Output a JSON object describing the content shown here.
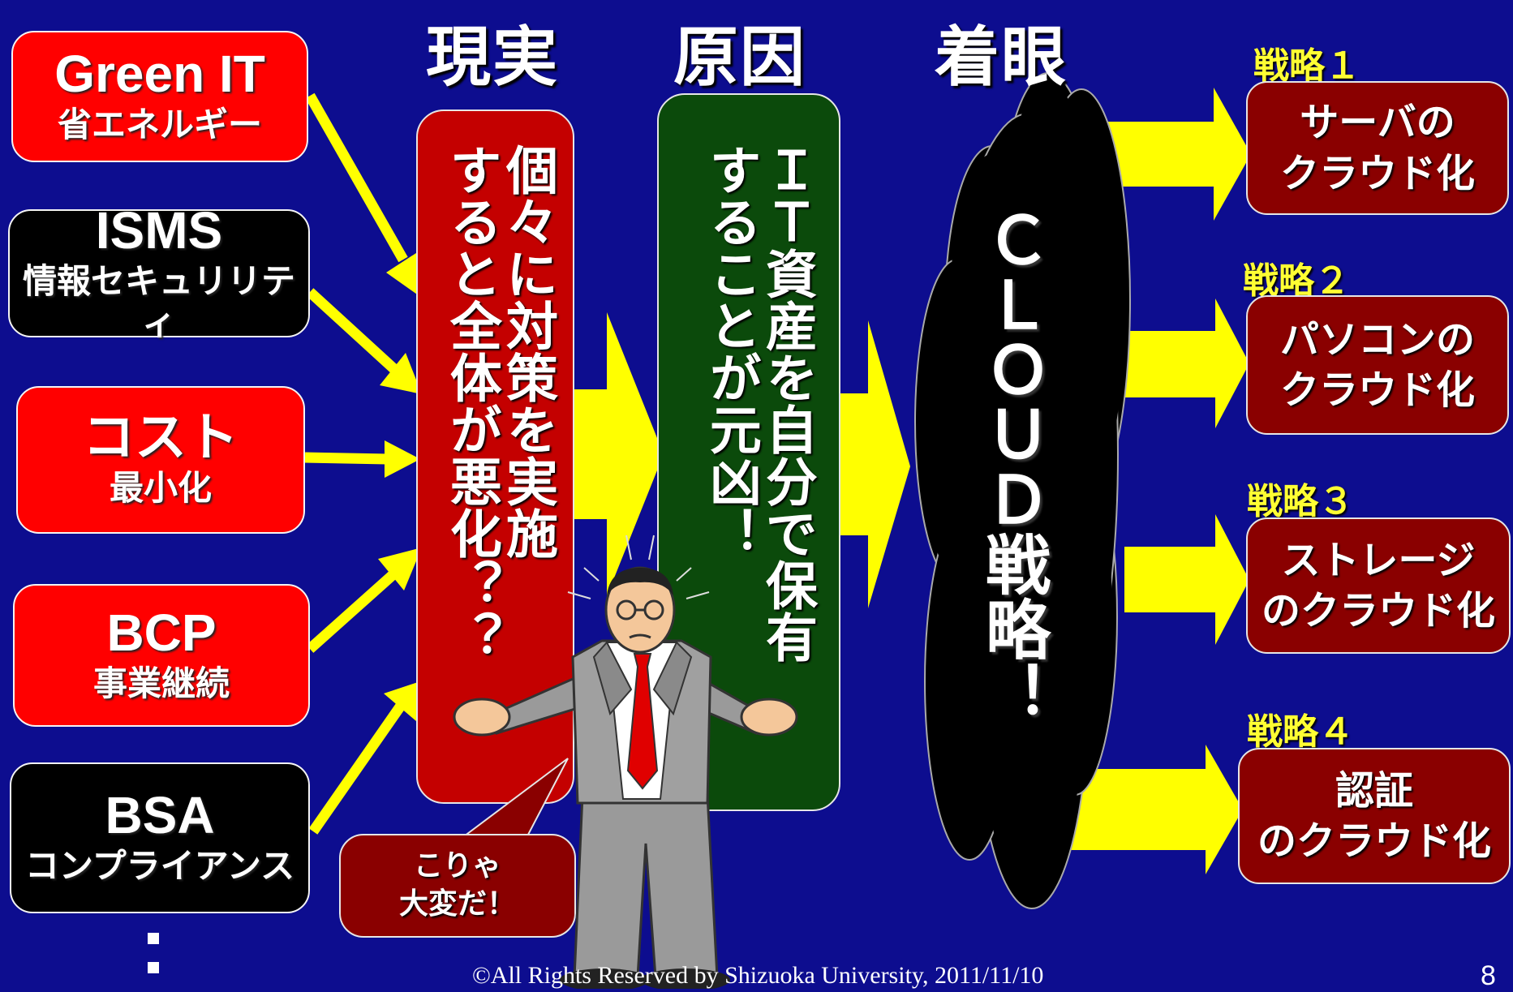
{
  "headings": {
    "reality": "現実",
    "cause": "原因",
    "focus": "着眼"
  },
  "left_boxes": [
    {
      "title": "Green IT",
      "subtitle": "省エネルギー",
      "color": "#ff0000"
    },
    {
      "title": "ISMS",
      "subtitle": "情報セキュリリティ",
      "color": "#000000"
    },
    {
      "title": "コスト",
      "subtitle": "最小化",
      "color": "#ff0000"
    },
    {
      "title": "BCP",
      "subtitle": "事業継続",
      "color": "#ff0000"
    },
    {
      "title": "BSA",
      "subtitle": "コンプライアンス",
      "color": "#000000"
    }
  ],
  "ellipsis": "：",
  "reality_box": {
    "col1": "個々に対策を実施",
    "col2": "すると全体が悪化？？"
  },
  "cause_box": {
    "col1": "ＩＴ資産を自分で保有",
    "col2": "することが元凶！"
  },
  "cloud": {
    "text": "ＣＬＯＵＤ戦略！"
  },
  "strategies": [
    {
      "label": "戦略１",
      "line1": "サーバの",
      "line2": "クラウド化"
    },
    {
      "label": "戦略２",
      "line1": "パソコンの",
      "line2": "クラウド化"
    },
    {
      "label": "戦略３",
      "line1": "ストレージ",
      "line2": "のクラウド化"
    },
    {
      "label": "戦略４",
      "line1": "認証",
      "line2": "のクラウド化"
    }
  ],
  "speech": {
    "line1": "こりゃ",
    "line2": "大変だ！"
  },
  "footer": "©All Rights Reserved by Shizuoka University,  2011/11/10",
  "page_number": "8",
  "colors": {
    "background": "#0d0d8f",
    "arrow": "#ffff00",
    "dark_red": "#8a0000",
    "green": "#0b4a0b",
    "label_yellow": "#ffff33"
  },
  "icons": [
    "presenter-figure",
    "cloud-shape",
    "arrow-right"
  ]
}
